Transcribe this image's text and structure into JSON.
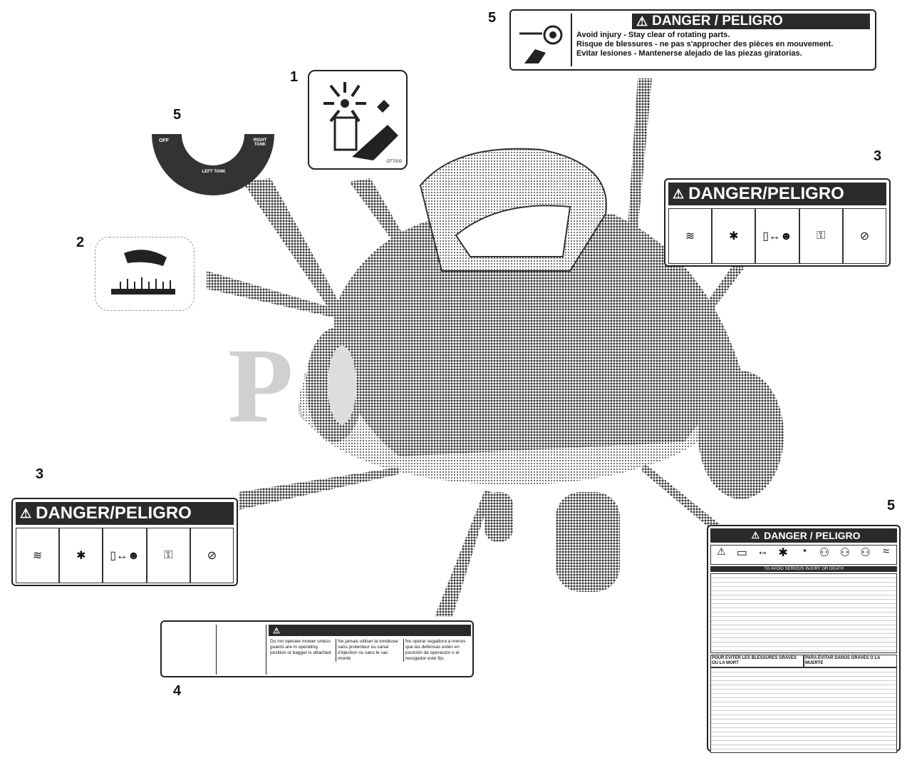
{
  "callouts": {
    "c1": "1",
    "c2": "2",
    "c3_right": "3",
    "c3_left": "3",
    "c4": "4",
    "c5_top": "5",
    "c5_left": "5",
    "c5_right": "5"
  },
  "watermark": "Pa",
  "fuel_selector": {
    "off": "OFF",
    "right": "RIGHT TANK",
    "left": "LEFT TANK"
  },
  "decal_1_code": "OT7000",
  "danger_top": {
    "header": "DANGER / PELIGRO",
    "en": "Avoid injury - Stay clear of rotating parts.",
    "fr": "Risque de blessures - ne pas s'approcher des pièces en mouvement.",
    "es": "Evitar lesiones - Mantenerse alejado de las piezas giratorias."
  },
  "danger_right": {
    "header": "DANGER/PELIGRO"
  },
  "danger_left": {
    "header": "DANGER/PELIGRO"
  },
  "decal_4": {
    "en": "Do not operate mower unless guards are in operating position or bagger is attached.",
    "fr": "Ne jamais utiliser la tondeuse sans protecteur ou canal d'éjection ou sans le sac monté",
    "es": "No operar segadora a menos que las defensas estén en posición de operación o el recogedor esté fijo."
  },
  "decal_5": {
    "header": "DANGER / PELIGRO",
    "subheader": "TO AVOID SERIOUS INJURY OR DEATH",
    "fr_header": "POUR EVITER LES BLESSURES GRAVES OU LA MORT",
    "es_header": "PARA EVITAR DAÑOS GRAVES O LA MUERTE"
  }
}
